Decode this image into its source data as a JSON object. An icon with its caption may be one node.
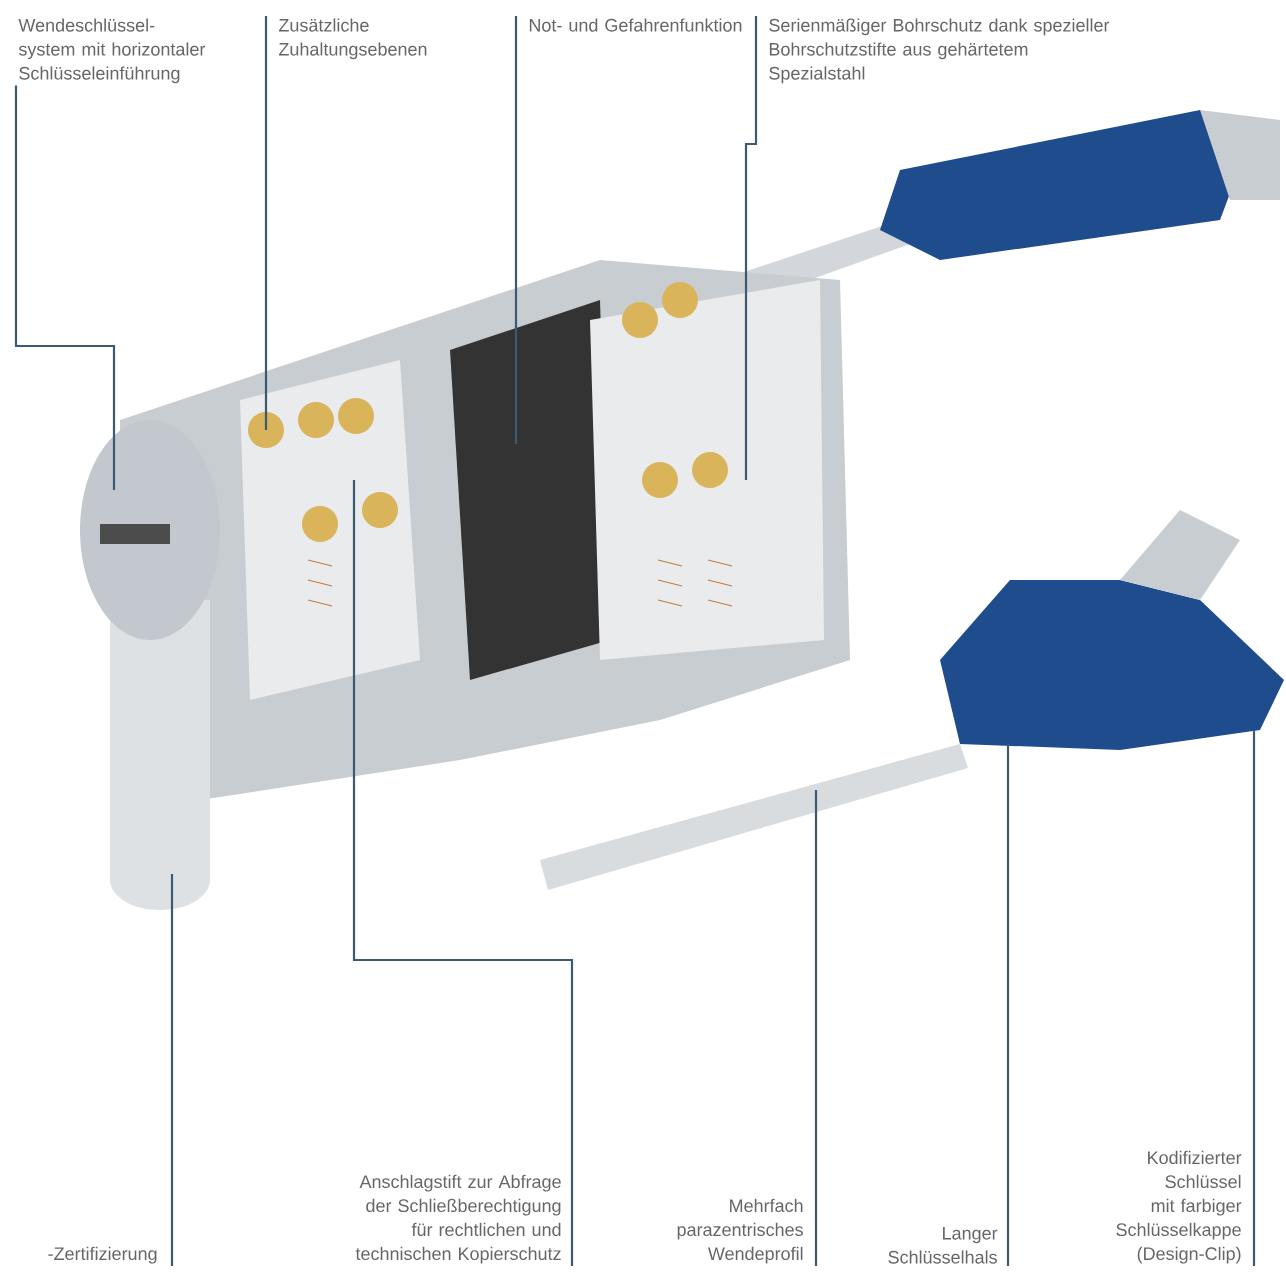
{
  "diagram": {
    "nodes": [
      {
        "text": [
          "Wendeschlüssel-system mit horizontaler Schlüsseleinführung"
        ]
      },
      {
        "text": [
          "Zusätzliche Zuhaltungsebenen"
        ]
      },
      {
        "text": [
          "Not- und Gefahrenfunktion"
        ]
      },
      {
        "text": [
          "Serienmäßiger Bohrschutz dank spezieller Bohrschutzstifte aus gehärtetem Spezialstahl"
        ]
      },
      {
        "text": [
          "-Zertifizierung"
        ]
      },
      {
        "text": [
          "Anschlagstift zur Abfrage der Schließberechtigung für rechtlichen und technischen Kopierschutz"
        ]
      },
      {
        "text": [
          "Mehrfach parazentrisches Wendeprofil"
        ]
      },
      {
        "text": [
          "Langer Schlüsselhals"
        ]
      },
      {
        "text": [
          "Kodifizierter Schlüssel mit farbiger Schlüsselkappe (Design-Clip)"
        ]
      }
    ],
    "edges": [
      {
        "from": 0,
        "to": null,
        "arrow": "none"
      },
      {
        "from": 1,
        "to": null,
        "arrow": "none"
      },
      {
        "from": 2,
        "to": null,
        "arrow": "none"
      },
      {
        "from": 3,
        "to": null,
        "arrow": "none"
      },
      {
        "from": 4,
        "to": null,
        "arrow": "none"
      },
      {
        "from": 5,
        "to": null,
        "arrow": "none"
      },
      {
        "from": 6,
        "to": null,
        "arrow": "none"
      },
      {
        "from": 7,
        "to": null,
        "arrow": "none"
      },
      {
        "from": 8,
        "to": null,
        "arrow": "none"
      }
    ]
  }
}
